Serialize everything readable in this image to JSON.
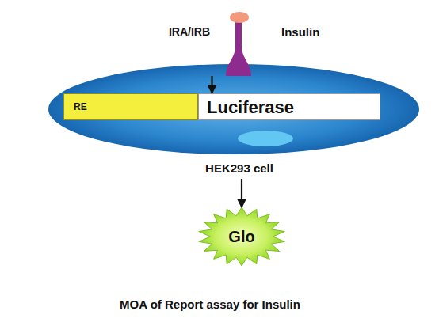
{
  "diagram": {
    "caption": "MOA of Report assay for Insulin",
    "nodes": [
      {
        "text": [
          "Insulin"
        ]
      },
      {
        "text": [
          "IRA/IRB"
        ]
      },
      {
        "text": [
          "HEK293 cell"
        ]
      },
      {
        "text": [
          "RE"
        ],
        "in": 2
      },
      {
        "text": [
          "Luciferase"
        ],
        "in": 2
      },
      {
        "text": [
          "Glo"
        ]
      }
    ],
    "edges": [
      {
        "from": 1,
        "to": 3,
        "arrow": "to"
      },
      {
        "from": 2,
        "to": 5,
        "arrow": "to"
      }
    ]
  }
}
